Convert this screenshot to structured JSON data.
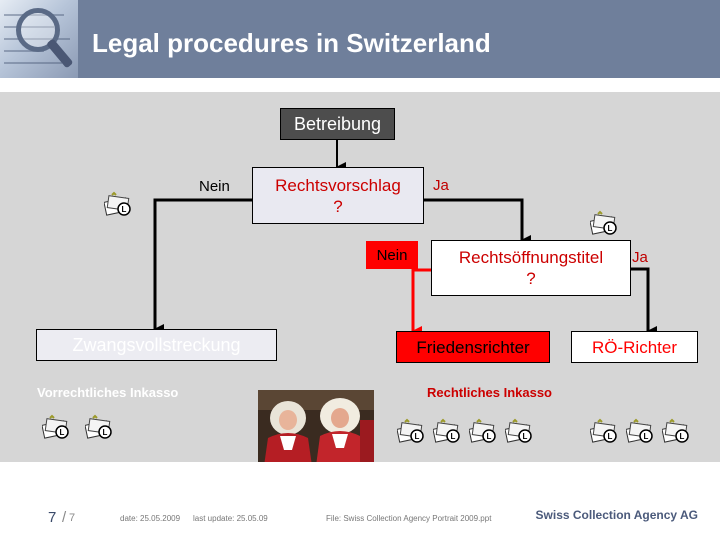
{
  "header": {
    "title": "Legal procedures in Switzerland",
    "colors": {
      "bar": "#6f7f9b",
      "title": "#ffffff"
    }
  },
  "diagram": {
    "nodes": {
      "betreibung": "Betreibung",
      "rechtsvorschlag": "Rechtsvorschlag",
      "rechtsvorschlag_q": "?",
      "rechtsoeffnungstitel": "Rechtsöffnungstitel",
      "rechtsoeffnungstitel_q": "?",
      "zwangsvollstreckung": "Zwangsvollstreckung",
      "friedensrichter": "Friedensrichter",
      "roe_richter": "RÖ-Richter"
    },
    "labels": {
      "nein_left": "Nein",
      "ja_top": "Ja",
      "nein_red": "Nein",
      "ja_right": "Ja"
    },
    "sections": {
      "vorrechtlich": "Vorrechtliches Inkasso",
      "rechtlich": "Rechtliches Inkasso"
    },
    "icons": [
      "money-bag-icon",
      "judges-photo"
    ],
    "colors": {
      "background": "#d6d6d6",
      "red": "#ff0000",
      "dark_box": "#4d4d4d",
      "line_black": "#000000",
      "line_red": "#ff0000"
    }
  },
  "footer": {
    "page_num": "7",
    "page_sep": "/",
    "page_total": "7",
    "date": "date: 25.05.2009",
    "last_update": "last update: 25.05.09",
    "file": "File: Swiss Collection Agency Portrait 2009.ppt",
    "company": "Swiss Collection Agency AG"
  }
}
